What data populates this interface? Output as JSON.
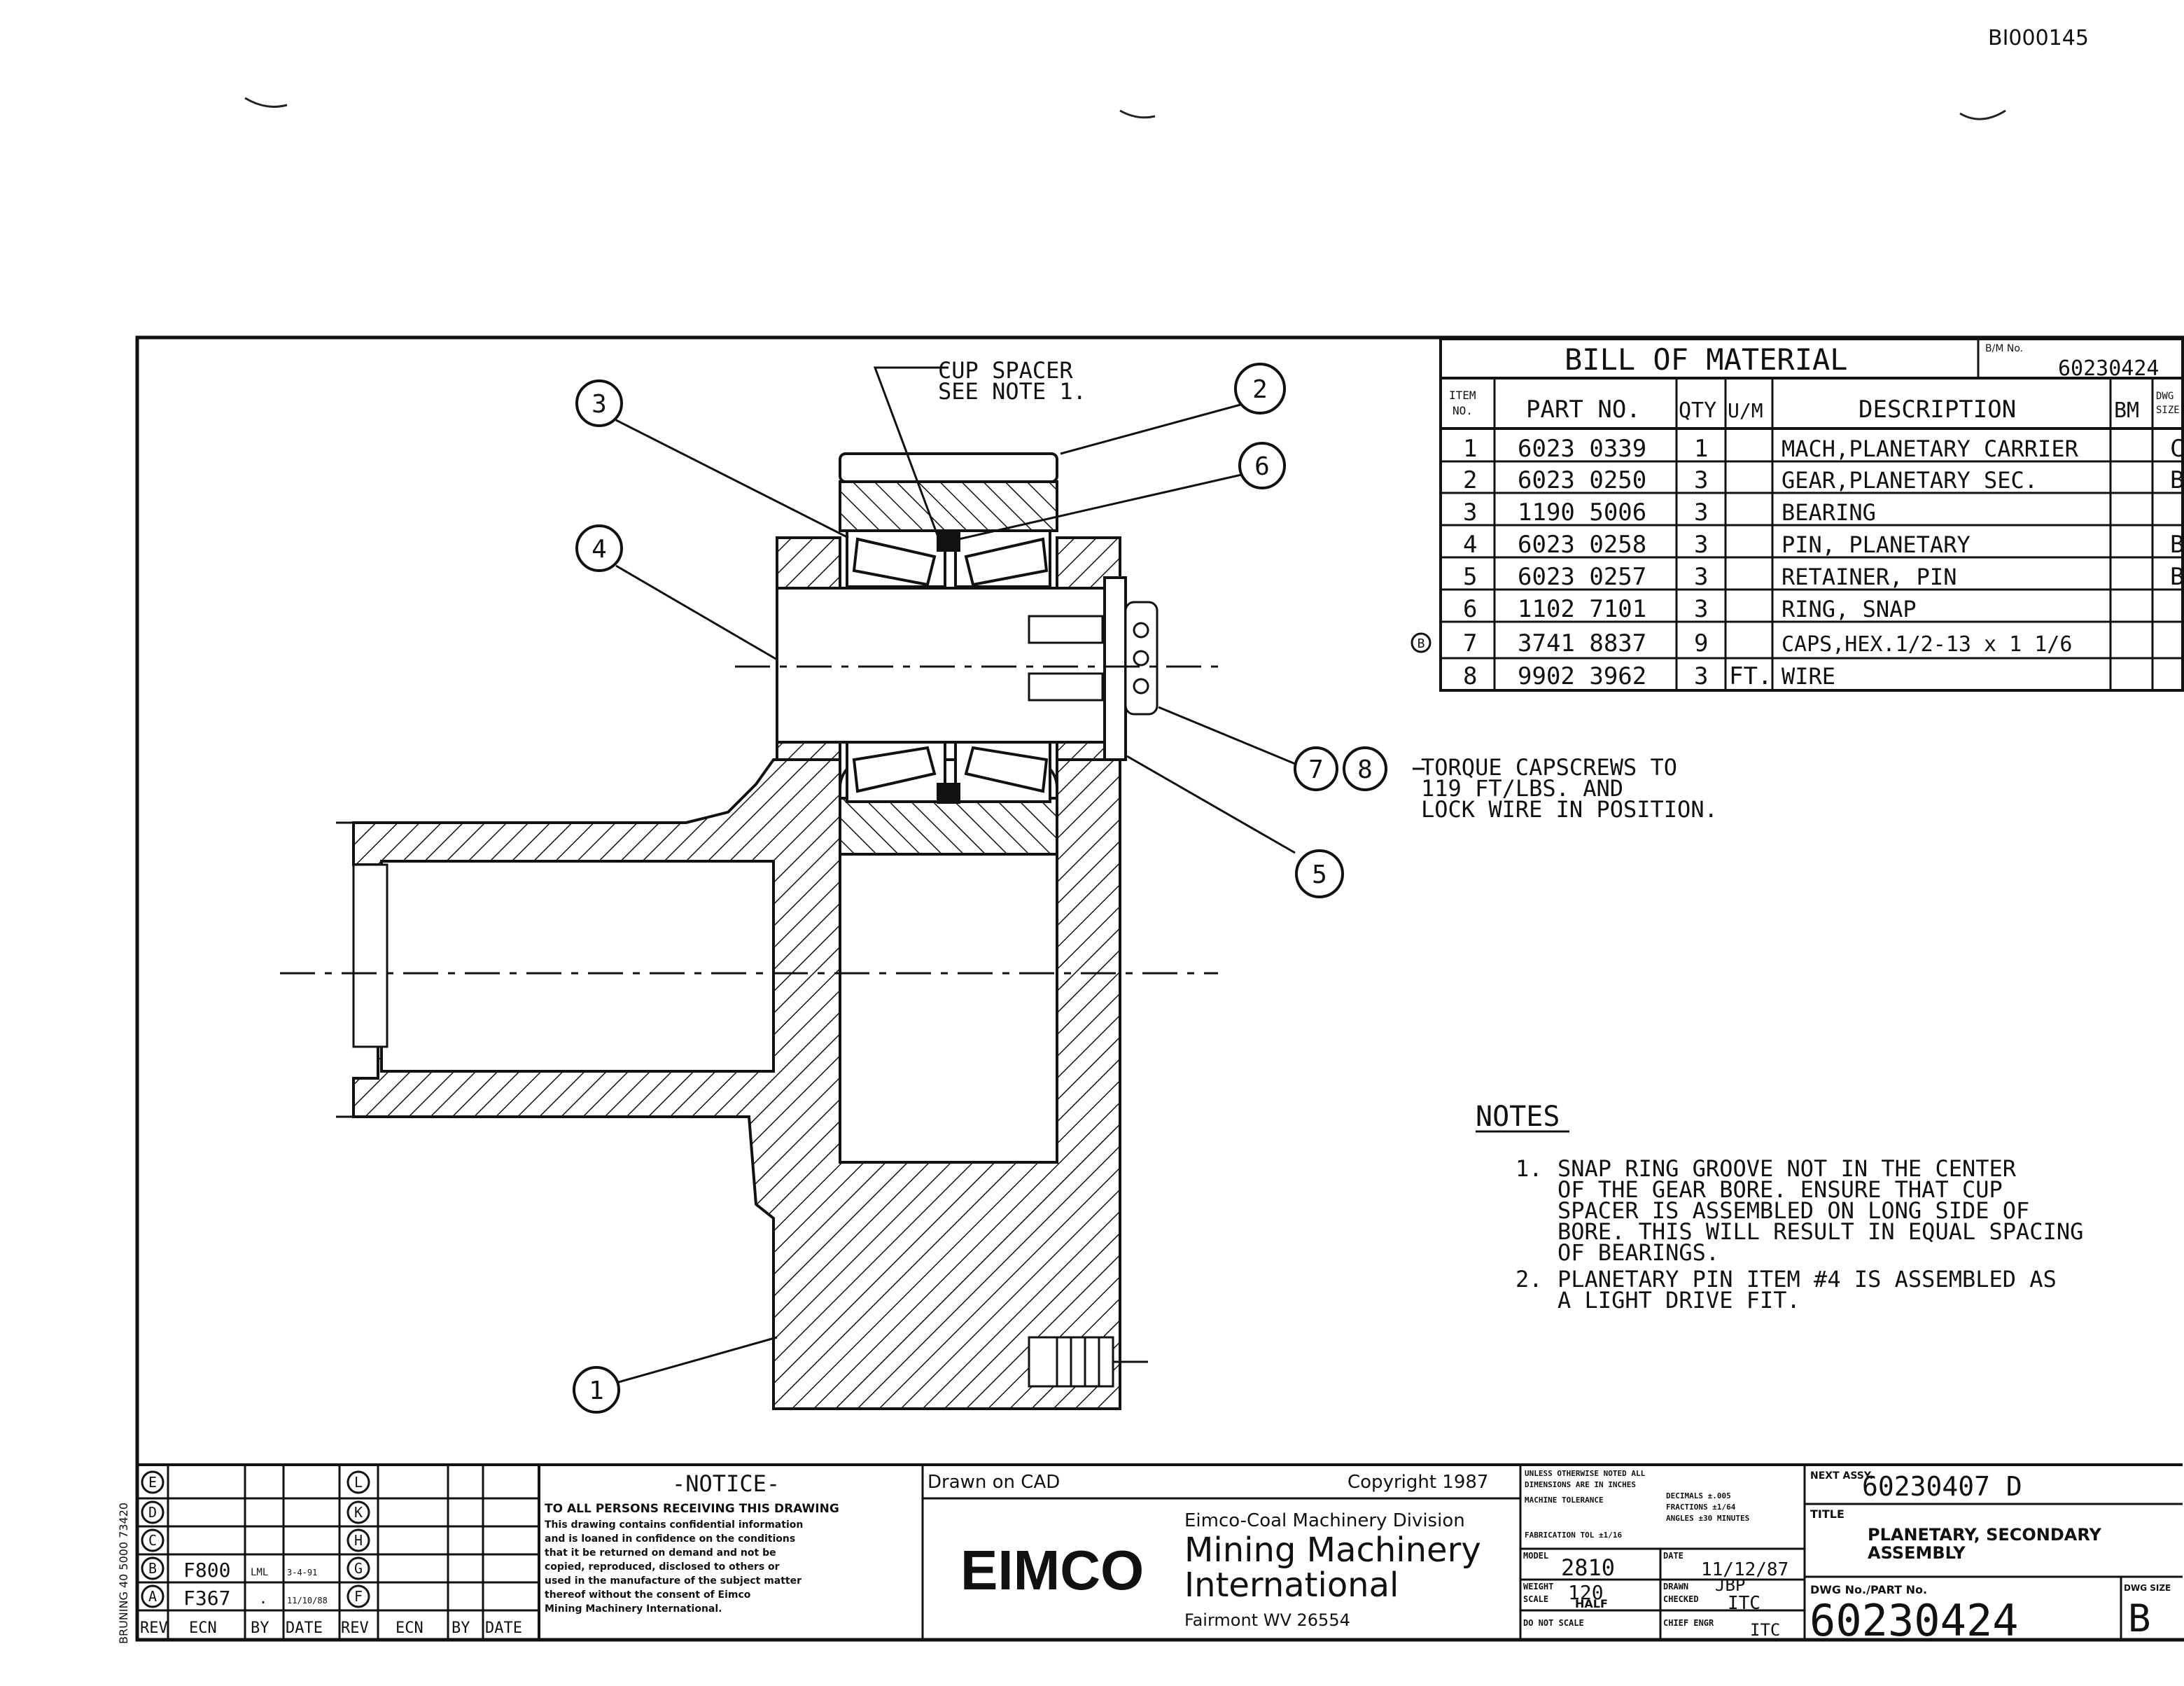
{
  "doc_id": "BI000145",
  "callouts": {
    "cup_spacer_line1": "CUP SPACER",
    "cup_spacer_line2": "SEE NOTE 1.",
    "torque_line1": "TORQUE CAPSCREWS TO",
    "torque_line2": "119 FT/LBS. AND",
    "torque_line3": "LOCK WIRE IN POSITION.",
    "balloons": [
      "1",
      "2",
      "3",
      "4",
      "5",
      "6",
      "7",
      "8"
    ]
  },
  "bom": {
    "title": "BILL OF MATERIAL",
    "bm_no_label": "B/M No.",
    "bm_no": "60230424",
    "headers": {
      "item_line1": "ITEM",
      "item_line2": "NO.",
      "part": "PART NO.",
      "qty": "QTY",
      "um": "U/M",
      "desc": "DESCRIPTION",
      "bm": "BM",
      "dwg_line1": "DWG",
      "dwg_line2": "SIZE"
    },
    "rows": [
      {
        "item": "1",
        "part": "6023 0339",
        "qty": "1",
        "um": "",
        "desc": "MACH,PLANETARY CARRIER",
        "bm": "",
        "size": "C",
        "mark": ""
      },
      {
        "item": "2",
        "part": "6023 0250",
        "qty": "3",
        "um": "",
        "desc": "GEAR,PLANETARY SEC.",
        "bm": "",
        "size": "B",
        "mark": ""
      },
      {
        "item": "3",
        "part": "1190 5006",
        "qty": "3",
        "um": "",
        "desc": "BEARING",
        "bm": "",
        "size": "",
        "mark": ""
      },
      {
        "item": "4",
        "part": "6023 0258",
        "qty": "3",
        "um": "",
        "desc": "PIN, PLANETARY",
        "bm": "",
        "size": "B",
        "mark": ""
      },
      {
        "item": "5",
        "part": "6023 0257",
        "qty": "3",
        "um": "",
        "desc": "RETAINER, PIN",
        "bm": "",
        "size": "B",
        "mark": ""
      },
      {
        "item": "6",
        "part": "1102 7101",
        "qty": "3",
        "um": "",
        "desc": "RING, SNAP",
        "bm": "",
        "size": "",
        "mark": ""
      },
      {
        "item": "7",
        "part": "3741 8837",
        "qty": "9",
        "um": "",
        "desc": "CAPS,HEX.1/2-13 x 1 1/6",
        "bm": "",
        "size": "",
        "mark": "B"
      },
      {
        "item": "8",
        "part": "9902 3962",
        "qty": "3",
        "um": "FT.",
        "desc": "WIRE",
        "bm": "",
        "size": "",
        "mark": ""
      }
    ]
  },
  "notes": {
    "heading": "NOTES",
    "n1_num": "1.",
    "n1_l1": "SNAP RING GROOVE NOT IN THE CENTER",
    "n1_l2": "OF THE GEAR BORE. ENSURE THAT CUP",
    "n1_l3": "SPACER IS ASSEMBLED ON LONG SIDE OF",
    "n1_l4": "BORE. THIS WILL RESULT IN EQUAL SPACING",
    "n1_l5": "OF BEARINGS.",
    "n2_num": "2.",
    "n2_l1": "PLANETARY PIN ITEM #4 IS ASSEMBLED AS",
    "n2_l2": "A LIGHT DRIVE FIT."
  },
  "revisions": {
    "left_letters": [
      "E",
      "D",
      "C",
      "B",
      "A"
    ],
    "right_letters": [
      "L",
      "K",
      "H",
      "G",
      "F"
    ],
    "rows": [
      {
        "ecn": "",
        "by": "",
        "date": ""
      },
      {
        "ecn": "",
        "by": "",
        "date": ""
      },
      {
        "ecn": "",
        "by": "",
        "date": ""
      },
      {
        "ecn": "F800",
        "by": "LML",
        "date": "3-4-91"
      },
      {
        "ecn": "F367",
        "by": ".",
        "date": "11/10/88"
      }
    ],
    "headers": [
      "REV",
      "ECN",
      "BY",
      "DATE",
      "REV",
      "ECN",
      "BY",
      "DATE"
    ],
    "side_text": "BRUNING 40 5000 73420"
  },
  "notice": {
    "title": "-NOTICE-",
    "l1": "TO ALL PERSONS RECEIVING THIS DRAWING",
    "l2": "This drawing contains confidential information",
    "l3": "and is loaned in confidence on the conditions",
    "l4": "that it be returned on demand and not be",
    "l5": "copied, reproduced, disclosed to others or",
    "l6": "used in the manufacture of the subject matter",
    "l7": "thereof without the consent of Eimco",
    "l8": "Mining Machinery International."
  },
  "company": {
    "drawn_on": "Drawn on CAD",
    "copyright": "Copyright 1987",
    "division": "Eimco-Coal Machinery Division",
    "logo": "EIMCO",
    "name_l1": "Mining Machinery",
    "name_l2": "International",
    "address": "Fairmont WV 26554"
  },
  "tolerances": {
    "l1": "UNLESS OTHERWISE NOTED ALL",
    "l2": "DIMENSIONS ARE IN INCHES",
    "l3": "MACHINE TOLERANCE",
    "l4": "DECIMALS ±.005",
    "l5": "FRACTIONS ±1/64",
    "l6": "ANGLES ±30 MINUTES",
    "l7": "FABRICATION TOL ±1/16"
  },
  "titleblock": {
    "model_label": "MODEL",
    "model": "2810",
    "date_label": "DATE",
    "date": "11/12/87",
    "weight_label": "WEIGHT",
    "weight": "120",
    "drawn_label": "DRAWN",
    "drawn": "JBP",
    "scale_label": "SCALE",
    "scale": "HALF",
    "checked_label": "CHECKED",
    "checked": "ITC",
    "donot": "DO NOT SCALE",
    "chief_label": "CHIEF ENGR",
    "chief": "ITC",
    "next_label": "NEXT ASSY.",
    "next": "60230407 D",
    "title_label": "TITLE",
    "title_l1": "PLANETARY, SECONDARY",
    "title_l2": "ASSEMBLY",
    "dwg_label": "DWG No./PART No.",
    "dwg_no": "60230424",
    "size_label": "DWG SIZE",
    "size": "B"
  }
}
